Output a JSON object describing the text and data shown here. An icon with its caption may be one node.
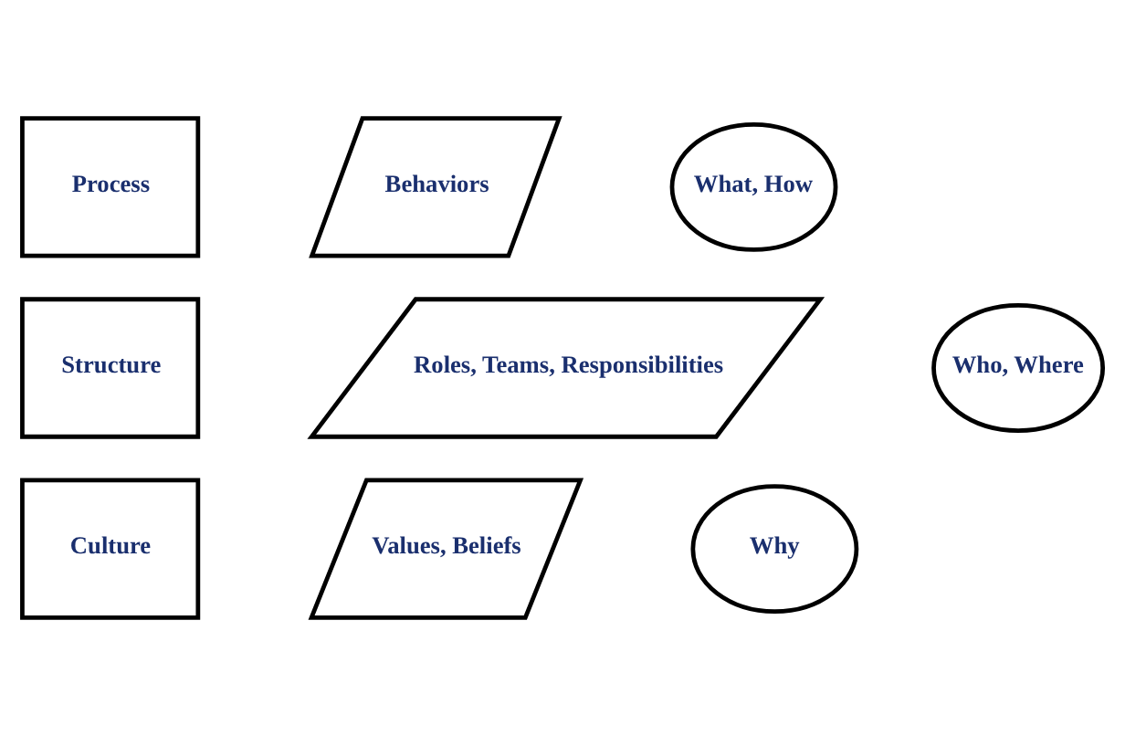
{
  "diagram": {
    "nodes": [
      {
        "text": [
          "Process"
        ]
      },
      {
        "text": [
          "Behaviors"
        ]
      },
      {
        "text": [
          "What, How"
        ]
      },
      {
        "text": [
          "Structure"
        ]
      },
      {
        "text": [
          "Roles, Teams, Responsibilities"
        ]
      },
      {
        "text": [
          "Who, Where"
        ]
      },
      {
        "text": [
          "Culture"
        ]
      },
      {
        "text": [
          "Values, Beliefs"
        ]
      },
      {
        "text": [
          "Why"
        ]
      }
    ]
  }
}
